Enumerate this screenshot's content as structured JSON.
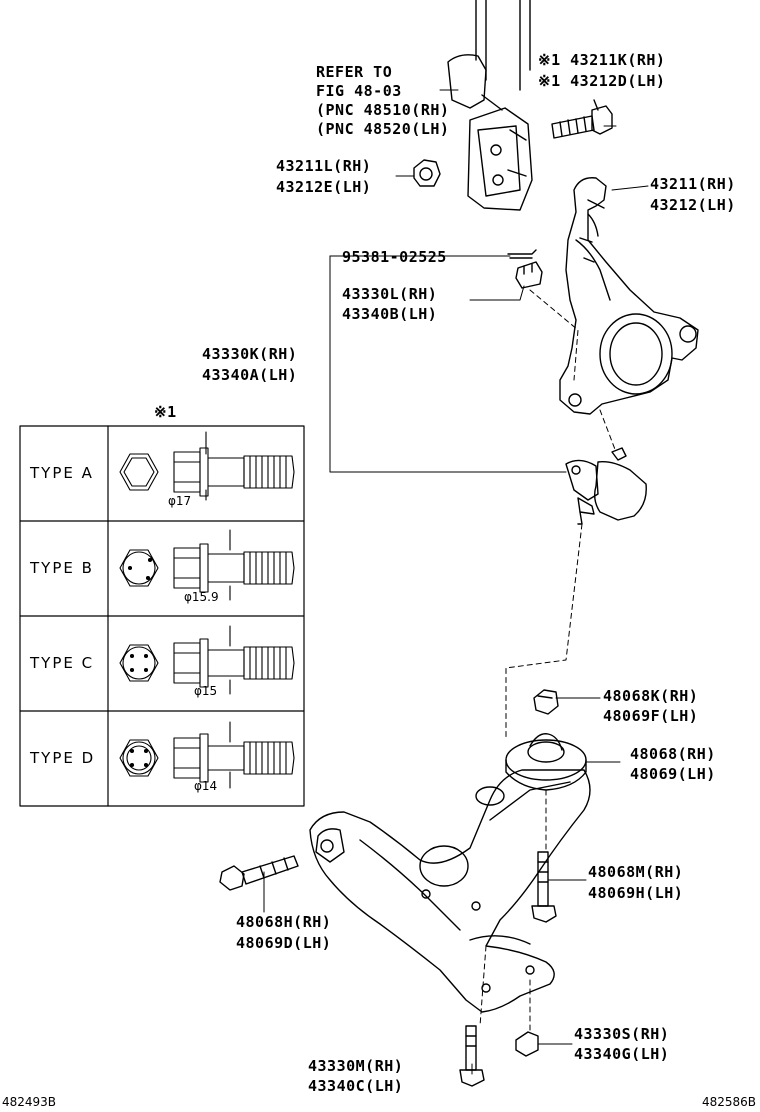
{
  "refer": {
    "line1": "REFER TO",
    "line2": "FIG 48-03",
    "line3": "(PNC 48510(RH)",
    "line4": "(PNC 48520(LH)"
  },
  "parts": {
    "bolt_top_rh": "※1 43211K(RH)",
    "bolt_top_lh": "※1 43212D(LH)",
    "nut_rh": "43211L(RH)",
    "nut_lh": "43212E(LH)",
    "knuckle_rh": "43211(RH)",
    "knuckle_lh": "43212(LH)",
    "pin": "95381-02525",
    "castle_nut_rh": "43330L(RH)",
    "castle_nut_lh": "43340B(LH)",
    "ball_joint_rh": "43330K(RH)",
    "ball_joint_lh": "43340A(LH)",
    "nut2_rh": "48068K(RH)",
    "nut2_lh": "48069F(LH)",
    "bush_rh": "48068(RH)",
    "bush_lh": "48069(LH)",
    "bolt_right_rh": "48068M(RH)",
    "bolt_right_lh": "48069H(LH)",
    "bolt_left_rh": "48068H(RH)",
    "bolt_left_lh": "48069D(LH)",
    "nut3_rh": "43330S(RH)",
    "nut3_lh": "43340G(LH)",
    "bolt_bottom_rh": "43330M(RH)",
    "bolt_bottom_lh": "43340C(LH)"
  },
  "types": {
    "marker": "※1",
    "rows": [
      {
        "label": "TYPE A",
        "diameter": "φ17"
      },
      {
        "label": "TYPE B",
        "diameter": "φ15.9"
      },
      {
        "label": "TYPE C",
        "diameter": "φ15"
      },
      {
        "label": "TYPE D",
        "diameter": "φ14"
      }
    ]
  },
  "footer": {
    "left": "482493B",
    "right": "482586B"
  }
}
